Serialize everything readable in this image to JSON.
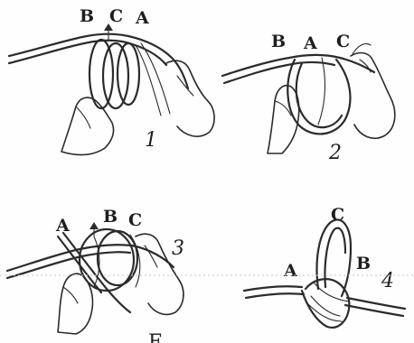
{
  "panels": [
    {
      "id": 1,
      "step": "1",
      "labels": [
        "B",
        "C",
        "A"
      ]
    },
    {
      "id": 2,
      "step": "2",
      "labels": [
        "B",
        "A",
        "C"
      ]
    },
    {
      "id": 3,
      "step": "3",
      "labels": [
        "A",
        "B",
        "C"
      ]
    },
    {
      "id": 4,
      "step": "4",
      "labels": [
        "C",
        "A",
        "B"
      ]
    }
  ],
  "footer_fragment": "E"
}
